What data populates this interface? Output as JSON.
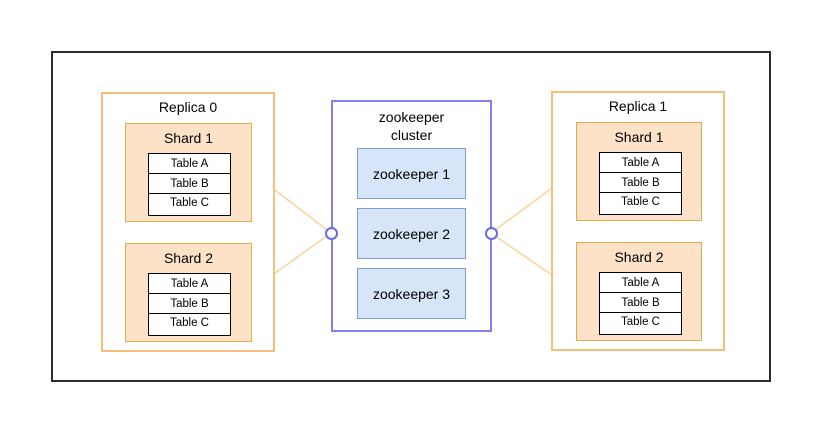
{
  "replicas": [
    {
      "title": "Replica 0",
      "shards": [
        {
          "title": "Shard 1",
          "tables": [
            "Table A",
            "Table B",
            "Table C"
          ]
        },
        {
          "title": "Shard 2",
          "tables": [
            "Table A",
            "Table B",
            "Table C"
          ]
        }
      ]
    },
    {
      "title": "Replica 1",
      "shards": [
        {
          "title": "Shard 1",
          "tables": [
            "Table A",
            "Table B",
            "Table C"
          ]
        },
        {
          "title": "Shard 2",
          "tables": [
            "Table A",
            "Table B",
            "Table C"
          ]
        }
      ]
    }
  ],
  "zookeeper_cluster": {
    "title_line1": "zookeeper",
    "title_line2": "cluster",
    "nodes": [
      "zookeeper 1",
      "zookeeper 2",
      "zookeeper 3"
    ]
  },
  "colors": {
    "replica_border": "#f5c07a",
    "shard_fill": "#fde2c8",
    "shard_border": "#e1ad4e",
    "zk_cluster_border": "#8080f0",
    "zk_node_fill": "#d6e5f7",
    "zk_node_border": "#7d9ecf",
    "replica_link": "#fad4a0",
    "zk_link": "#7d9ecf"
  }
}
